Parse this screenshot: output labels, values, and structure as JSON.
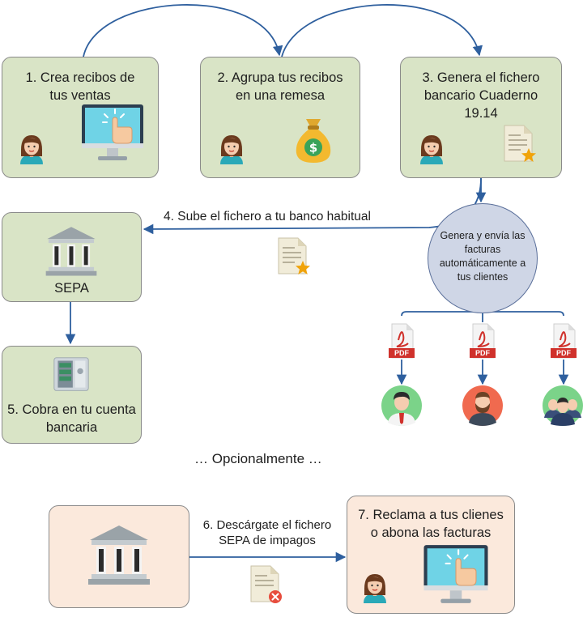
{
  "steps": {
    "s1": "1. Crea recibos de tus ventas",
    "s2": "2. Agrupa tus recibos en una remesa",
    "s3": "3. Genera el fichero bancario Cuaderno 19.14",
    "s4": "4. Sube el fichero a tu banco habitual",
    "sepa": "SEPA",
    "s5": "5. Cobra en tu cuenta bancaria",
    "s6": "6. Descárgate el fichero SEPA de impagos",
    "s7": "7. Reclama a tus clienes o abona las facturas"
  },
  "invoice_node": "Genera y envía las facturas automáticamente a tus clientes",
  "pdf_label": "PDF",
  "optional_label": "… Opcionalmente …",
  "icons": {
    "person": "woman-avatar-icon",
    "monitor": "touch-monitor-icon",
    "moneybag": "money-bag-icon",
    "doc_star": "document-star-icon",
    "doc_error": "document-error-icon",
    "bank": "bank-building-icon",
    "safe": "bank-safe-icon",
    "pdf": "pdf-file-icon",
    "client_a": "businessman-avatar-icon",
    "client_b": "bearded-man-avatar-icon",
    "client_c": "group-avatar-icon"
  },
  "colors": {
    "green_box": "#d9e4c6",
    "peach_box": "#fbe9dc",
    "arrow": "#2e5f9e",
    "circle": "#cfd6e6"
  }
}
